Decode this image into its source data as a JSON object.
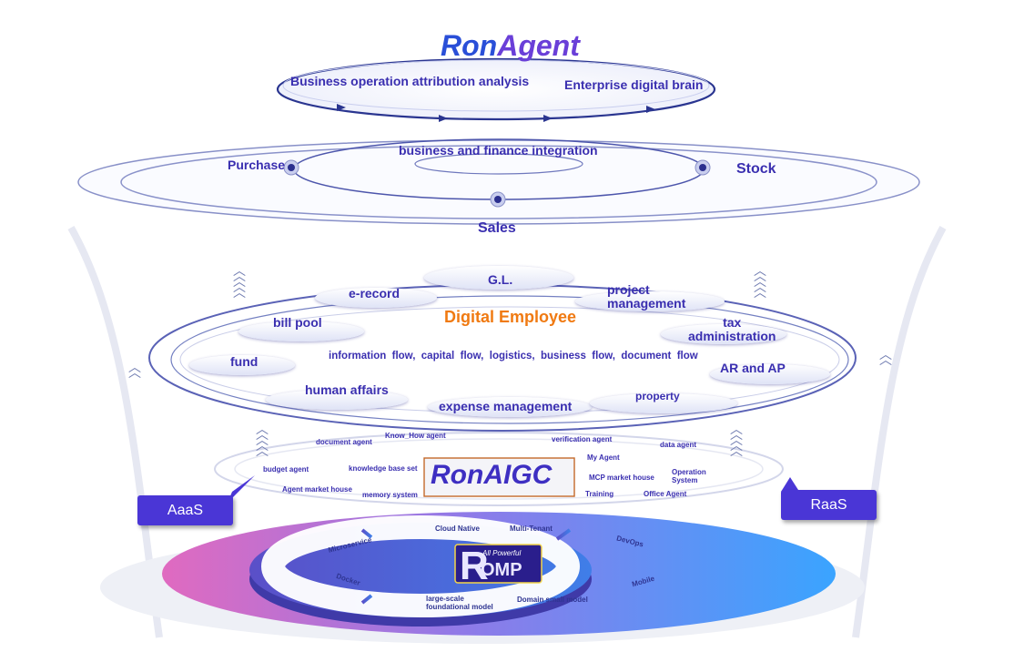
{
  "top": {
    "brand_ron": "Ron",
    "brand_agent": "Agent",
    "left_label": "Business operation attribution analysis",
    "right_label": "Enterprise digital brain"
  },
  "cycle": {
    "center": "business and finance integration",
    "purchase": "Purchase",
    "stock": "Stock",
    "sales": "Sales"
  },
  "digital_employee": {
    "title": "Digital Employee",
    "flow_line": "information  flow,  capital  flow,  logistics,  business  flow,  document  flow",
    "items": {
      "gl": "G.L.",
      "erecord": "e-record",
      "project1": "project",
      "project2": "management",
      "bill_pool": "bill pool",
      "tax1": "tax",
      "tax2": "administration",
      "fund": "fund",
      "ar_ap": "AR and AP",
      "human_affairs": "human affairs",
      "expense": "expense management",
      "property": "property"
    }
  },
  "aigc": {
    "brand": "RonAIGC",
    "agents": {
      "document": "document agent",
      "knowhow": "Know_How agent",
      "verification": "verification agent",
      "data": "data agent",
      "budget": "budget agent",
      "knowledge": "knowledge base set",
      "my_agent": "My Agent",
      "mcp": "MCP market house",
      "os1": "Operation",
      "os2": "System",
      "market": "Agent market house",
      "memory": "memory system",
      "training": "Training",
      "office": "Office Agent"
    }
  },
  "tags": {
    "aaas": "AaaS",
    "raas": "RaaS"
  },
  "base": {
    "logo_letter": "R",
    "logo_small": "All Powerful",
    "logo_omp": "OMP",
    "segments": {
      "cloud": "Cloud Native",
      "tenant": "Multi-Tenant",
      "micro": "Microservice",
      "devops": "DevOps",
      "docker": "Docker",
      "mobile": "Mobile",
      "large1": "large-scale",
      "large2": "foundational model",
      "domain": "Domain small model"
    }
  },
  "colors": {
    "label": "#3a2fb0",
    "orange": "#f07a12",
    "tag_bg": "#4a36d6",
    "ring": "#7e86c4",
    "base_left": "#e46ac0",
    "base_right": "#3fa0ff"
  }
}
